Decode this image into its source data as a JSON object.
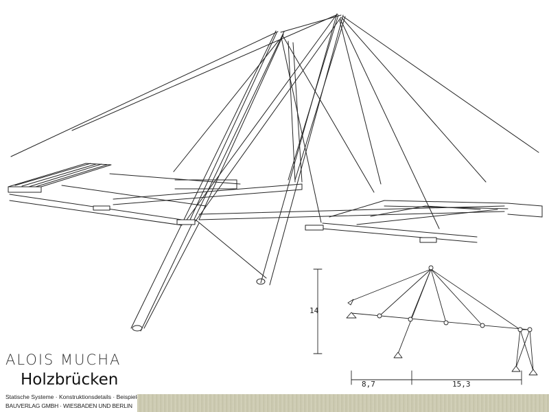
{
  "cover": {
    "author": "ALOIS MUCHA",
    "title": "Holzbrücken",
    "subtitle": "Statische Systeme · Konstruktionsdetails · Beispiele",
    "publisher": "BAUVERLAG GMBH · WIESBADEN UND BERLIN"
  },
  "diagram": {
    "height_label": "14",
    "span_left_label": "8,7",
    "span_right_label": "15,3"
  },
  "colors": {
    "ink": "#222222",
    "band": "#c9c7ae"
  }
}
